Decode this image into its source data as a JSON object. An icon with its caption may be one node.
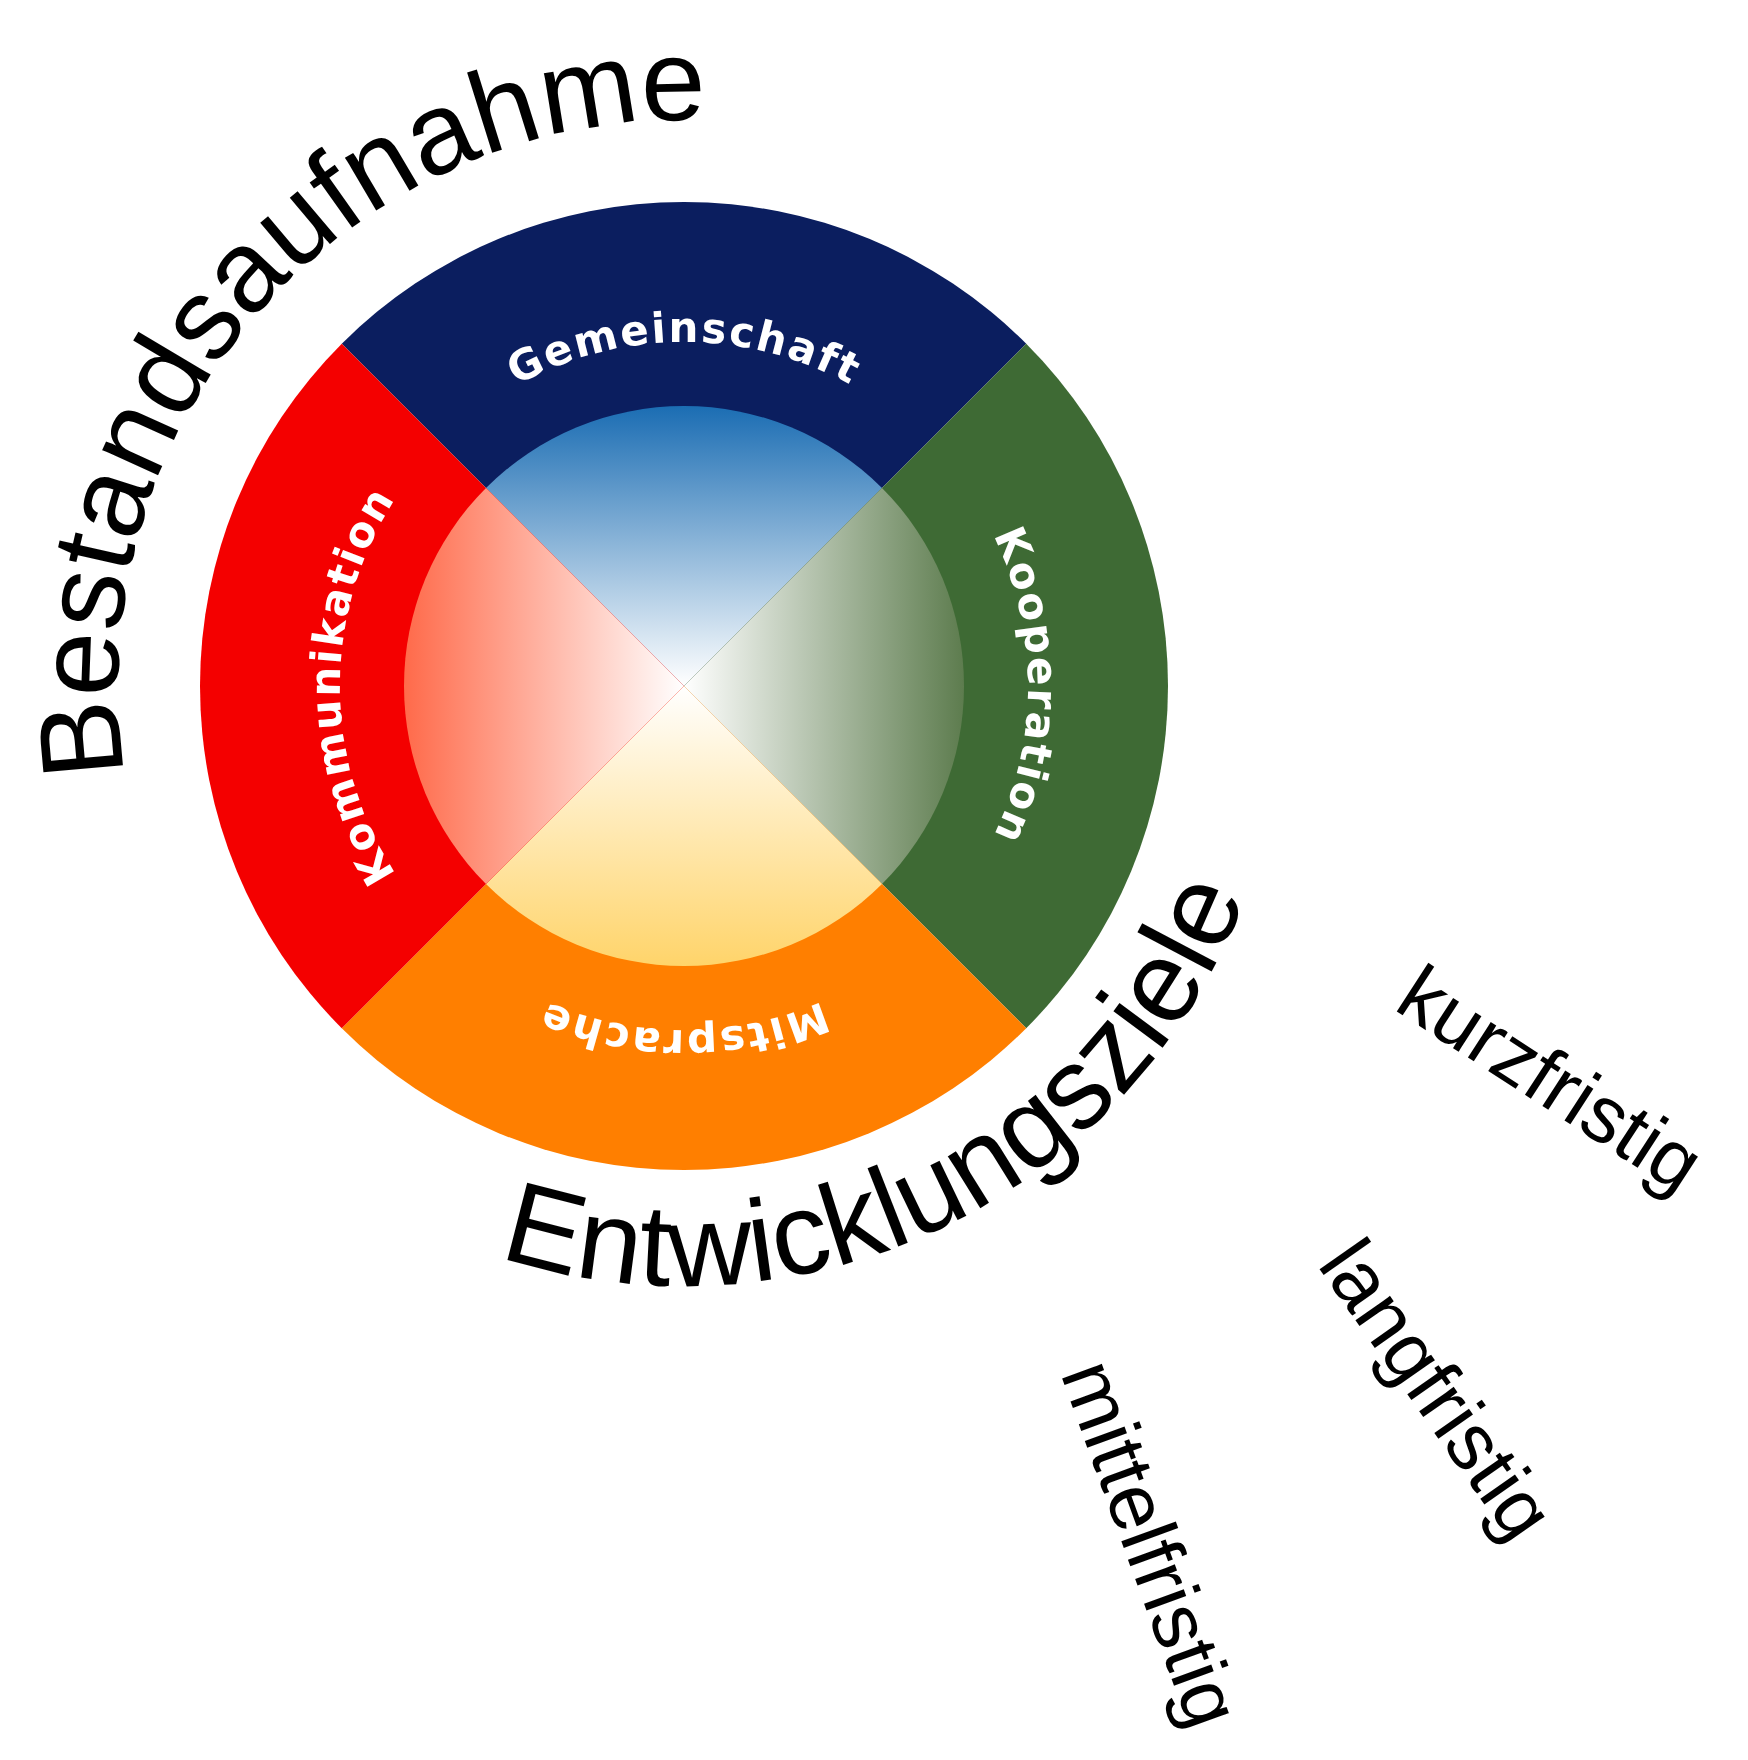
{
  "diagram": {
    "nodes": [
      {
        "text": [
          "Gemeinschaft"
        ]
      },
      {
        "text": [
          "Kooperation"
        ]
      },
      {
        "text": [
          "Mitsprache"
        ]
      },
      {
        "text": [
          "Kommunikation"
        ]
      }
    ],
    "labels": [
      "Bestandsaufnahme",
      "Entwicklungsziele",
      "kurzfristig",
      "langfristig",
      "mittelfristig"
    ]
  }
}
